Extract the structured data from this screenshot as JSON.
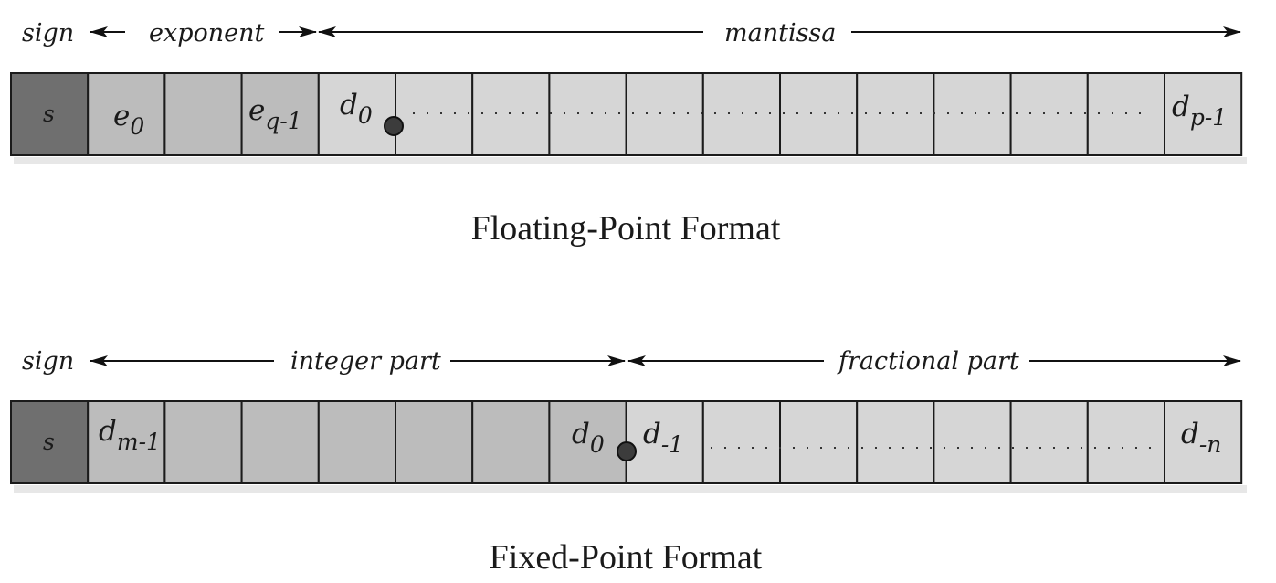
{
  "colors": {
    "sign_cell": "#6f6f6f",
    "exponent_cell": "#bcbcbc",
    "integer_cell": "#bcbcbc",
    "mantissa_cell": "#d6d6d6",
    "fraction_cell": "#d6d6d6"
  },
  "floating_point": {
    "caption": "Floating-Point Format",
    "labels": {
      "sign": "sign",
      "exponent": "exponent",
      "mantissa": "mantissa"
    },
    "cells": {
      "sign": "s",
      "e0": {
        "base": "e",
        "sub": "0"
      },
      "eq": {
        "base": "e",
        "sub": "q-1"
      },
      "d0": {
        "base": "d",
        "sub": "0"
      },
      "dp": {
        "base": "d",
        "sub": "p-1"
      }
    }
  },
  "fixed_point": {
    "caption": "Fixed-Point Format",
    "labels": {
      "sign": "sign",
      "integer": "integer part",
      "fraction": "fractional part"
    },
    "cells": {
      "sign": "s",
      "dm": {
        "base": "d",
        "sub": "m-1"
      },
      "d0": {
        "base": "d",
        "sub": "0"
      },
      "d_1": {
        "base": "d",
        "sub": "-1"
      },
      "dn": {
        "base": "d",
        "sub": "-n"
      }
    }
  }
}
